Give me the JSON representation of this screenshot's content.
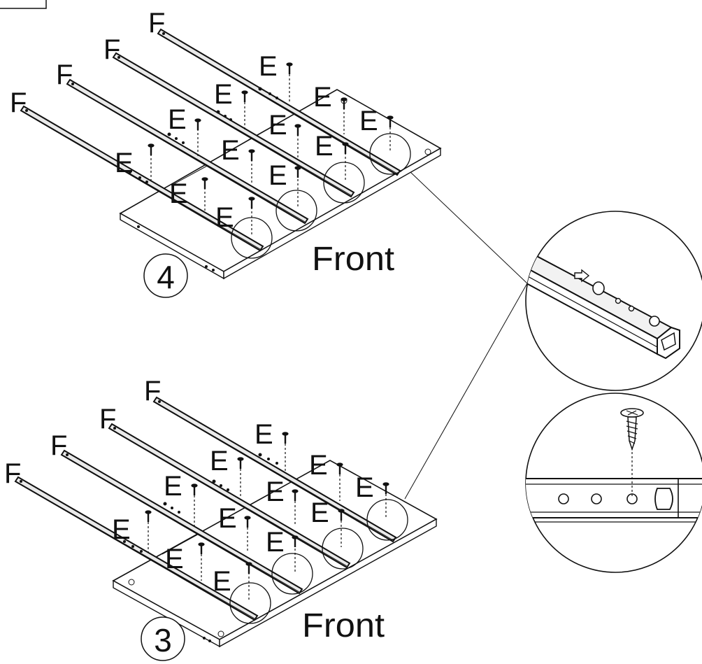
{
  "diagram": {
    "part_labels": {
      "rail": "F",
      "screw": "E"
    },
    "side_label": "Front",
    "panels": [
      {
        "step": "4",
        "rails": 4,
        "screws_per_rail": 3
      },
      {
        "step": "3",
        "rails": 4,
        "screws_per_rail": 3
      }
    ],
    "detail_views": [
      "rail-end-detail",
      "screw-into-rail-detail"
    ]
  },
  "colors": {
    "ink": "#111111",
    "paper": "#ffffff",
    "rail_fill": "#e9e9e9"
  }
}
